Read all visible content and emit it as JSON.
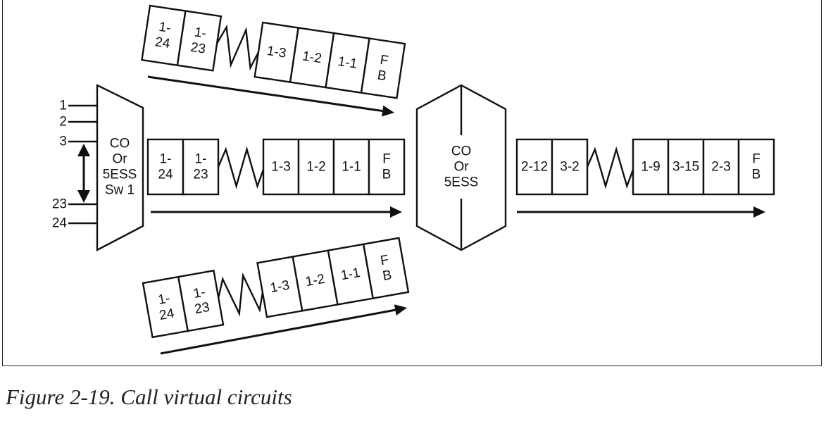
{
  "caption": "Figure 2-19. Call virtual circuits",
  "ports_top": [
    "1",
    "2",
    "3"
  ],
  "ports_bottom": [
    "23",
    "24"
  ],
  "switch_left": [
    "CO",
    "Or",
    "5ESS",
    "Sw 1"
  ],
  "switch_center": [
    "CO",
    "Or",
    "5ESS"
  ],
  "frames": {
    "top_left": [
      [
        "1-",
        "24"
      ],
      [
        "1-",
        "23"
      ]
    ],
    "top_right": [
      [
        "1-3"
      ],
      [
        "1-2"
      ],
      [
        "1-1"
      ],
      [
        "F",
        "B"
      ]
    ],
    "middle_left": [
      [
        "1-",
        "24"
      ],
      [
        "1-",
        "23"
      ]
    ],
    "middle_right": [
      [
        "1-3"
      ],
      [
        "1-2"
      ],
      [
        "1-1"
      ],
      [
        "F",
        "B"
      ]
    ],
    "bottom_left": [
      [
        "1-",
        "24"
      ],
      [
        "1-",
        "23"
      ]
    ],
    "bottom_right": [
      [
        "1-3"
      ],
      [
        "1-2"
      ],
      [
        "1-1"
      ],
      [
        "F",
        "B"
      ]
    ],
    "output_left": [
      [
        "2-12"
      ],
      [
        "3-2"
      ]
    ],
    "output_right": [
      [
        "1-9"
      ],
      [
        "3-15"
      ],
      [
        "2-3"
      ],
      [
        "F",
        "B"
      ]
    ]
  }
}
